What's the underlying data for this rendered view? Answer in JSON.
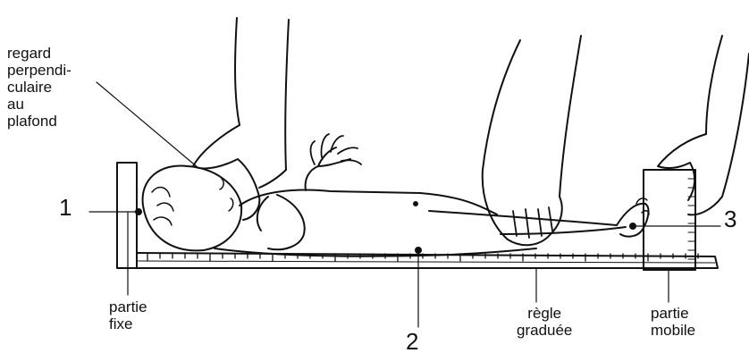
{
  "labels": {
    "regard": [
      "regard",
      "perpendi-",
      "culaire",
      "au",
      "plafond"
    ],
    "marker_1": "1",
    "marker_2": "2",
    "marker_3": "3",
    "partie_fixe": [
      "partie",
      "fixe"
    ],
    "regle_graduee": [
      "règle",
      "graduée"
    ],
    "partie_mobile": [
      "partie",
      "mobile"
    ]
  },
  "colors": {
    "line": "#111111",
    "background": "#ffffff"
  }
}
